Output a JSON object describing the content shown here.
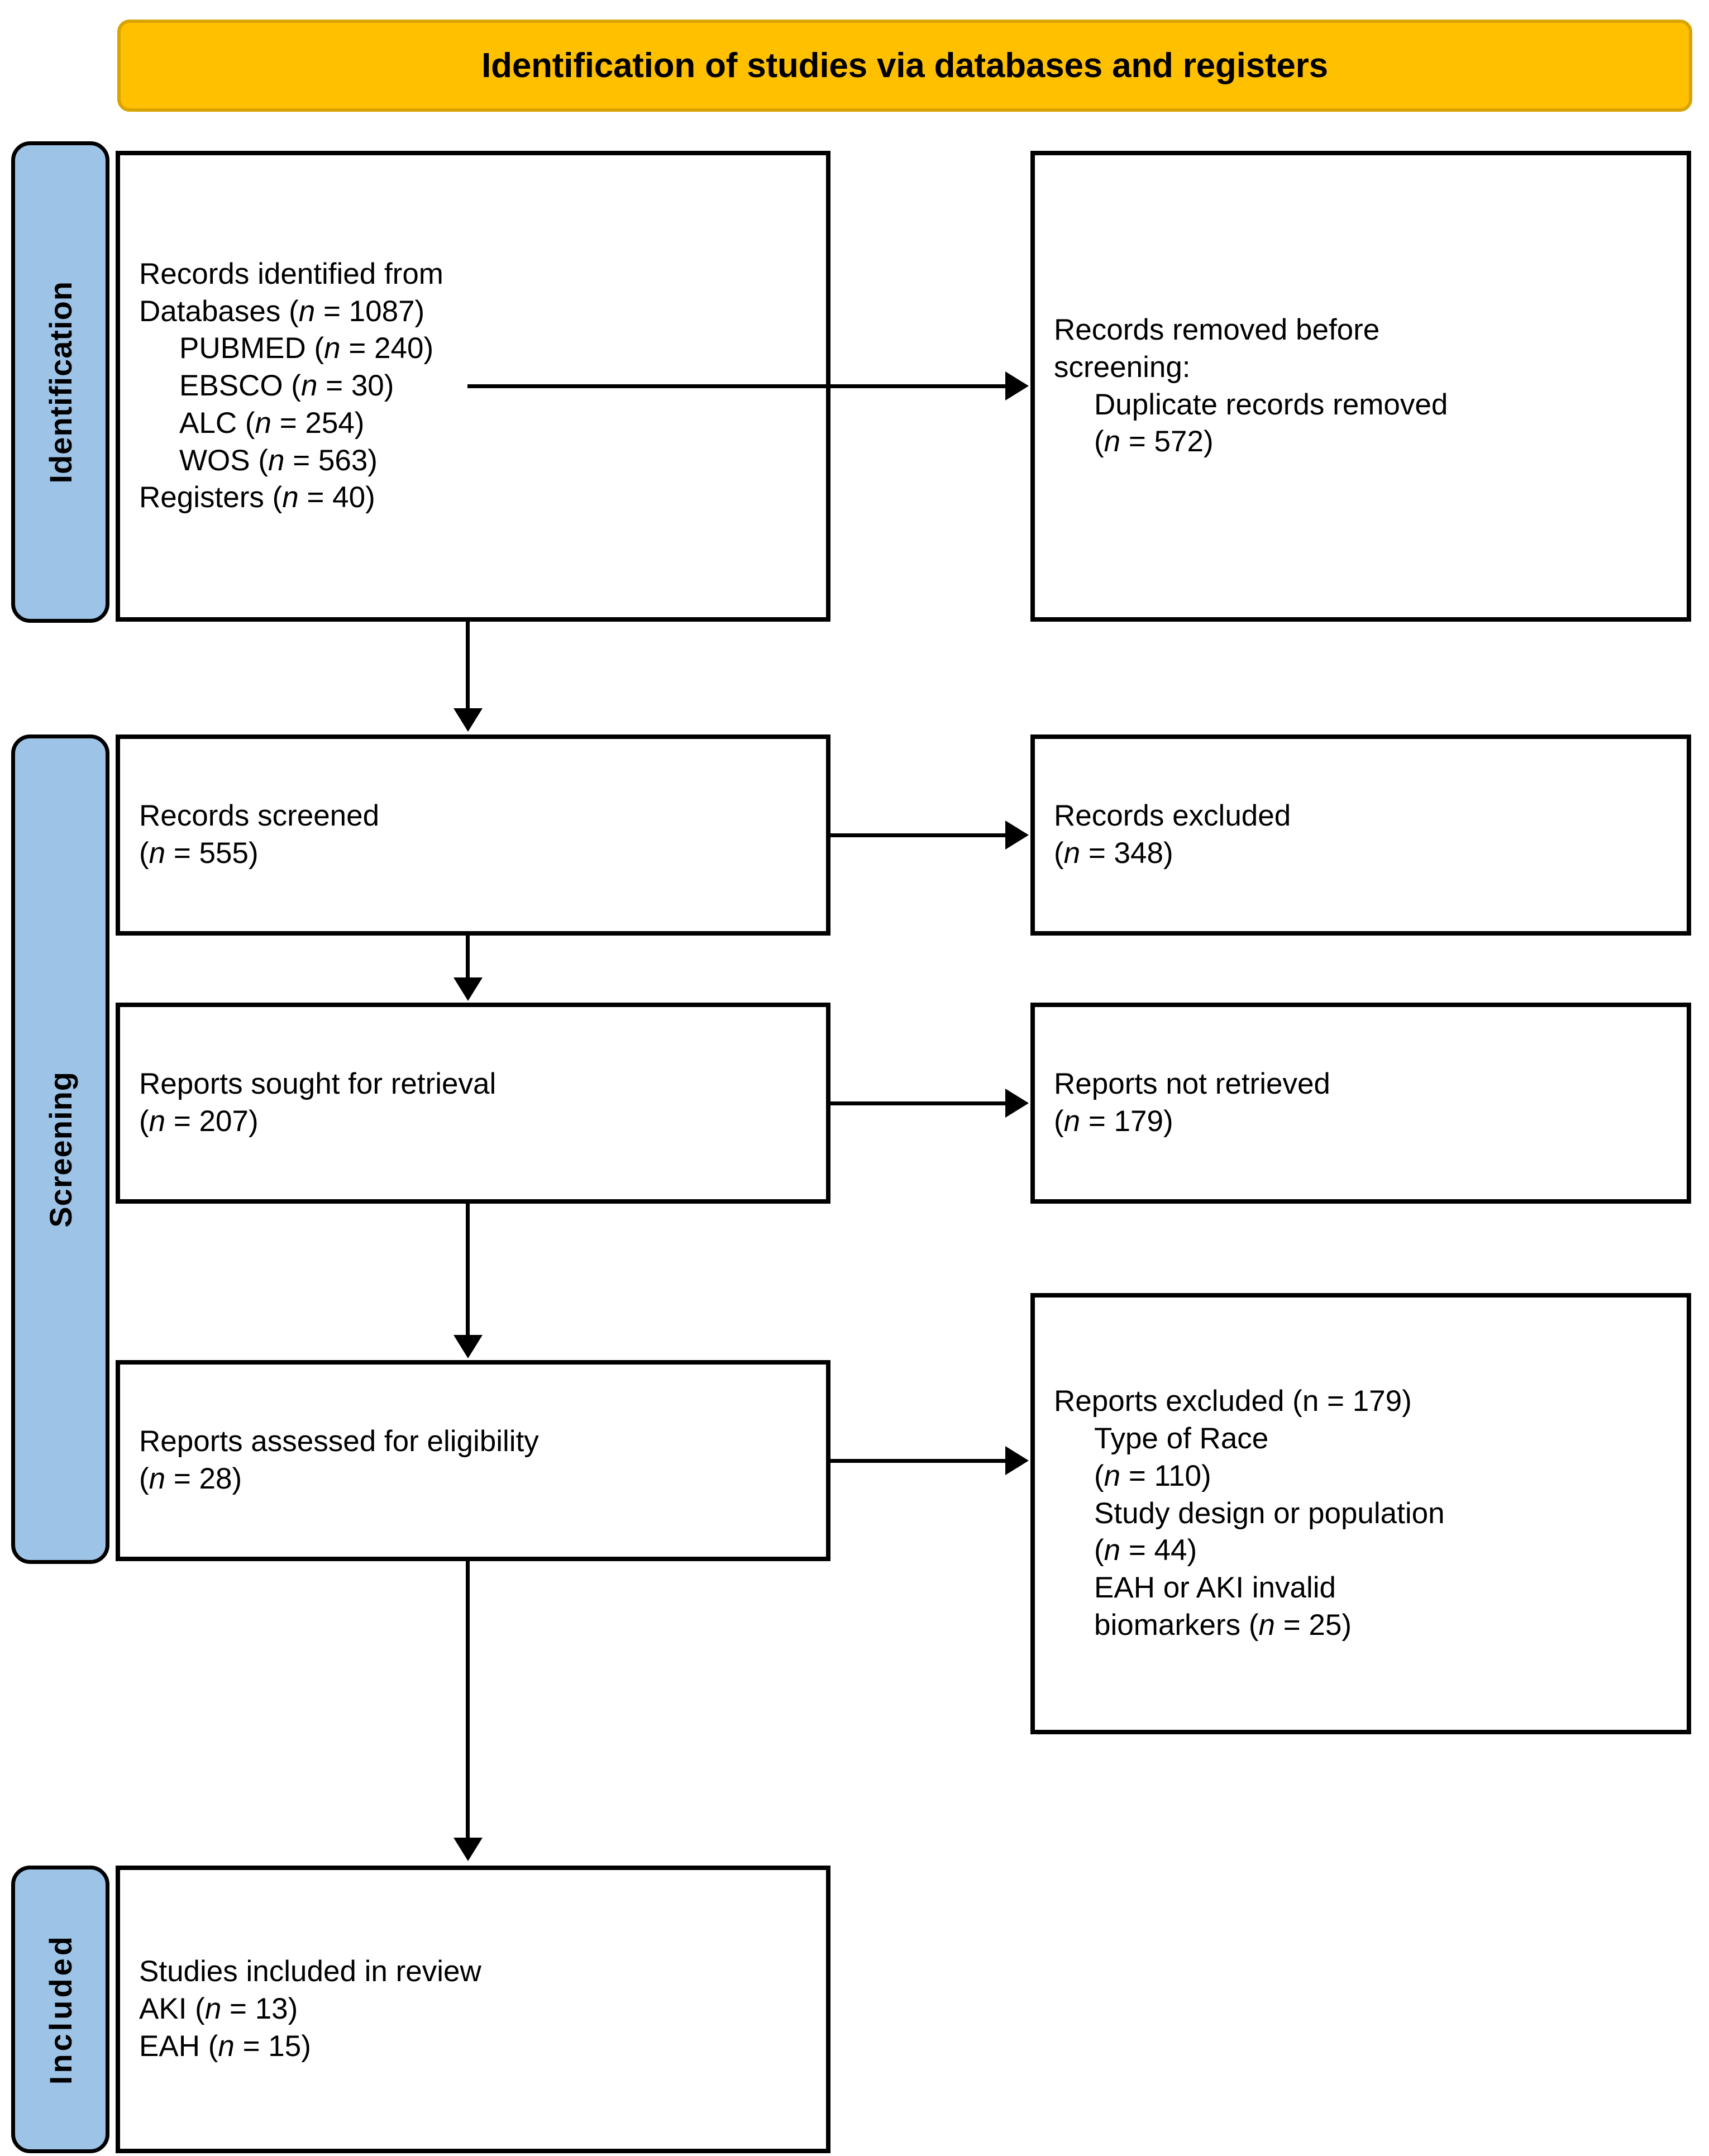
{
  "banner": {
    "title": "Identification of studies via databases and registers",
    "fill": "#FFC000",
    "border": "#D9A300"
  },
  "stages": [
    {
      "label": "Identification",
      "fill": "#9DC3E6"
    },
    {
      "label": "Screening",
      "fill": "#9DC3E6"
    },
    {
      "label": "Included",
      "fill": "#9DC3E6"
    }
  ],
  "boxes": {
    "records_identified": {
      "l1": "Records identified from",
      "l2_a": "Databases (",
      "l2_n": "n",
      "l2_b": " = 1087)",
      "l3_a": "PUBMED (",
      "l3_n": "n",
      "l3_b": " = 240)",
      "l4_a": "EBSCO (",
      "l4_n": "n",
      "l4_b": " = 30)",
      "l5_a": "ALC (",
      "l5_n": "n",
      "l5_b": " = 254)",
      "l6_a": "WOS (",
      "l6_n": "n",
      "l6_b": " = 563)",
      "l7_a": "Registers (",
      "l7_n": "n",
      "l7_b": " = 40)"
    },
    "records_removed": {
      "l1": "Records removed before",
      "l2": "screening:",
      "l3": "Duplicate records removed",
      "l4_a": "(",
      "l4_n": "n",
      "l4_b": " = 572)"
    },
    "records_screened": {
      "l1": "Records screened",
      "l2_a": "(",
      "l2_n": "n",
      "l2_b": " = 555)"
    },
    "records_excluded": {
      "l1": "Records excluded",
      "l2_a": "(",
      "l2_n": "n",
      "l2_b": " = 348)"
    },
    "reports_sought": {
      "l1": "Reports sought for retrieval",
      "l2_a": "(",
      "l2_n": "n",
      "l2_b": " = 207)"
    },
    "reports_not_retrieved": {
      "l1": "Reports not retrieved",
      "l2_a": "(",
      "l2_n": "n",
      "l2_b": " = 179)"
    },
    "reports_assessed": {
      "l1": "Reports assessed for eligibility",
      "l2_a": "(",
      "l2_n": "n",
      "l2_b": " = 28)"
    },
    "reports_excluded": {
      "l1": "Reports excluded (n = 179)",
      "l2": "Type of Race",
      "l3_a": "(",
      "l3_n": "n",
      "l3_b": " = 110)",
      "l4": "Study design or population",
      "l5_a": "(",
      "l5_n": "n",
      "l5_b": " = 44)",
      "l6": "EAH or AKI invalid",
      "l7_a": "biomarkers (",
      "l7_n": "n",
      "l7_b": " = 25)"
    },
    "studies_included": {
      "l1": "Studies included in review",
      "l2_a": "AKI (",
      "l2_n": "n",
      "l2_b": " = 13)",
      "l3_a": "EAH (",
      "l3_n": "n",
      "l3_b": " = 15)"
    }
  },
  "flow": {
    "type": "prisma-flow-diagram",
    "identified_total": 1087,
    "identified_sources": [
      {
        "name": "PUBMED",
        "n": 240
      },
      {
        "name": "EBSCO",
        "n": 30
      },
      {
        "name": "ALC",
        "n": 254
      },
      {
        "name": "WOS",
        "n": 563
      }
    ],
    "registers": 40,
    "duplicates_removed": 572,
    "screened": 555,
    "excluded_at_screening": 348,
    "sought_for_retrieval": 207,
    "not_retrieved": 179,
    "assessed_for_eligibility": 28,
    "reports_excluded_total": 179,
    "reports_excluded_reasons": [
      {
        "reason": "Type of Race",
        "n": 110
      },
      {
        "reason": "Study design or population",
        "n": 44
      },
      {
        "reason": "EAH or AKI invalid biomarkers",
        "n": 25
      }
    ],
    "included_AKI": 13,
    "included_EAH": 15
  }
}
